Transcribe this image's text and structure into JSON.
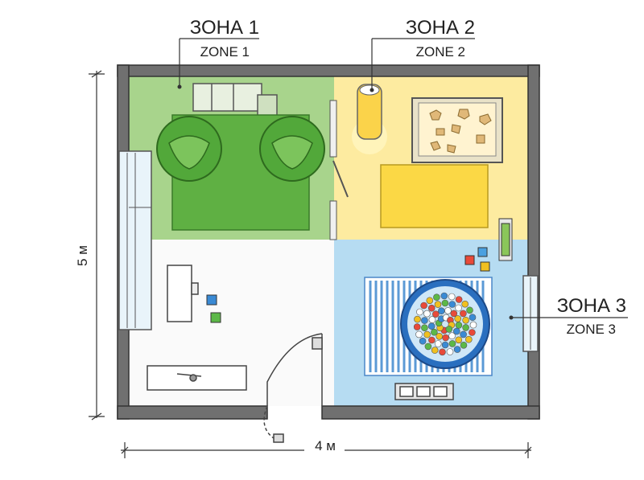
{
  "zones": [
    {
      "id": 1,
      "title": "ЗОНА 1",
      "subtitle": "ZONE 1",
      "color": "#8fc46e"
    },
    {
      "id": 2,
      "title": "ЗОНА 2",
      "subtitle": "ZONE 2",
      "color": "#fbe58a"
    },
    {
      "id": 3,
      "title": "ЗОНА 3",
      "subtitle": "ZONE 3",
      "color": "#a9d4ee"
    }
  ],
  "dimensions": {
    "height_label": "5 м",
    "width_label": "4 м"
  },
  "colors": {
    "wall": "#6e6e6e",
    "floor": "#ffffff",
    "rug_green": "#62b04a",
    "rug_yellow": "#fbd84a",
    "window": "#e8f4fa"
  },
  "icons": [
    "bean-bag-chair",
    "shelf",
    "lava-lamp",
    "sand-table",
    "desk",
    "ball-pit",
    "toy-chest",
    "toy-cubes",
    "door",
    "window"
  ]
}
